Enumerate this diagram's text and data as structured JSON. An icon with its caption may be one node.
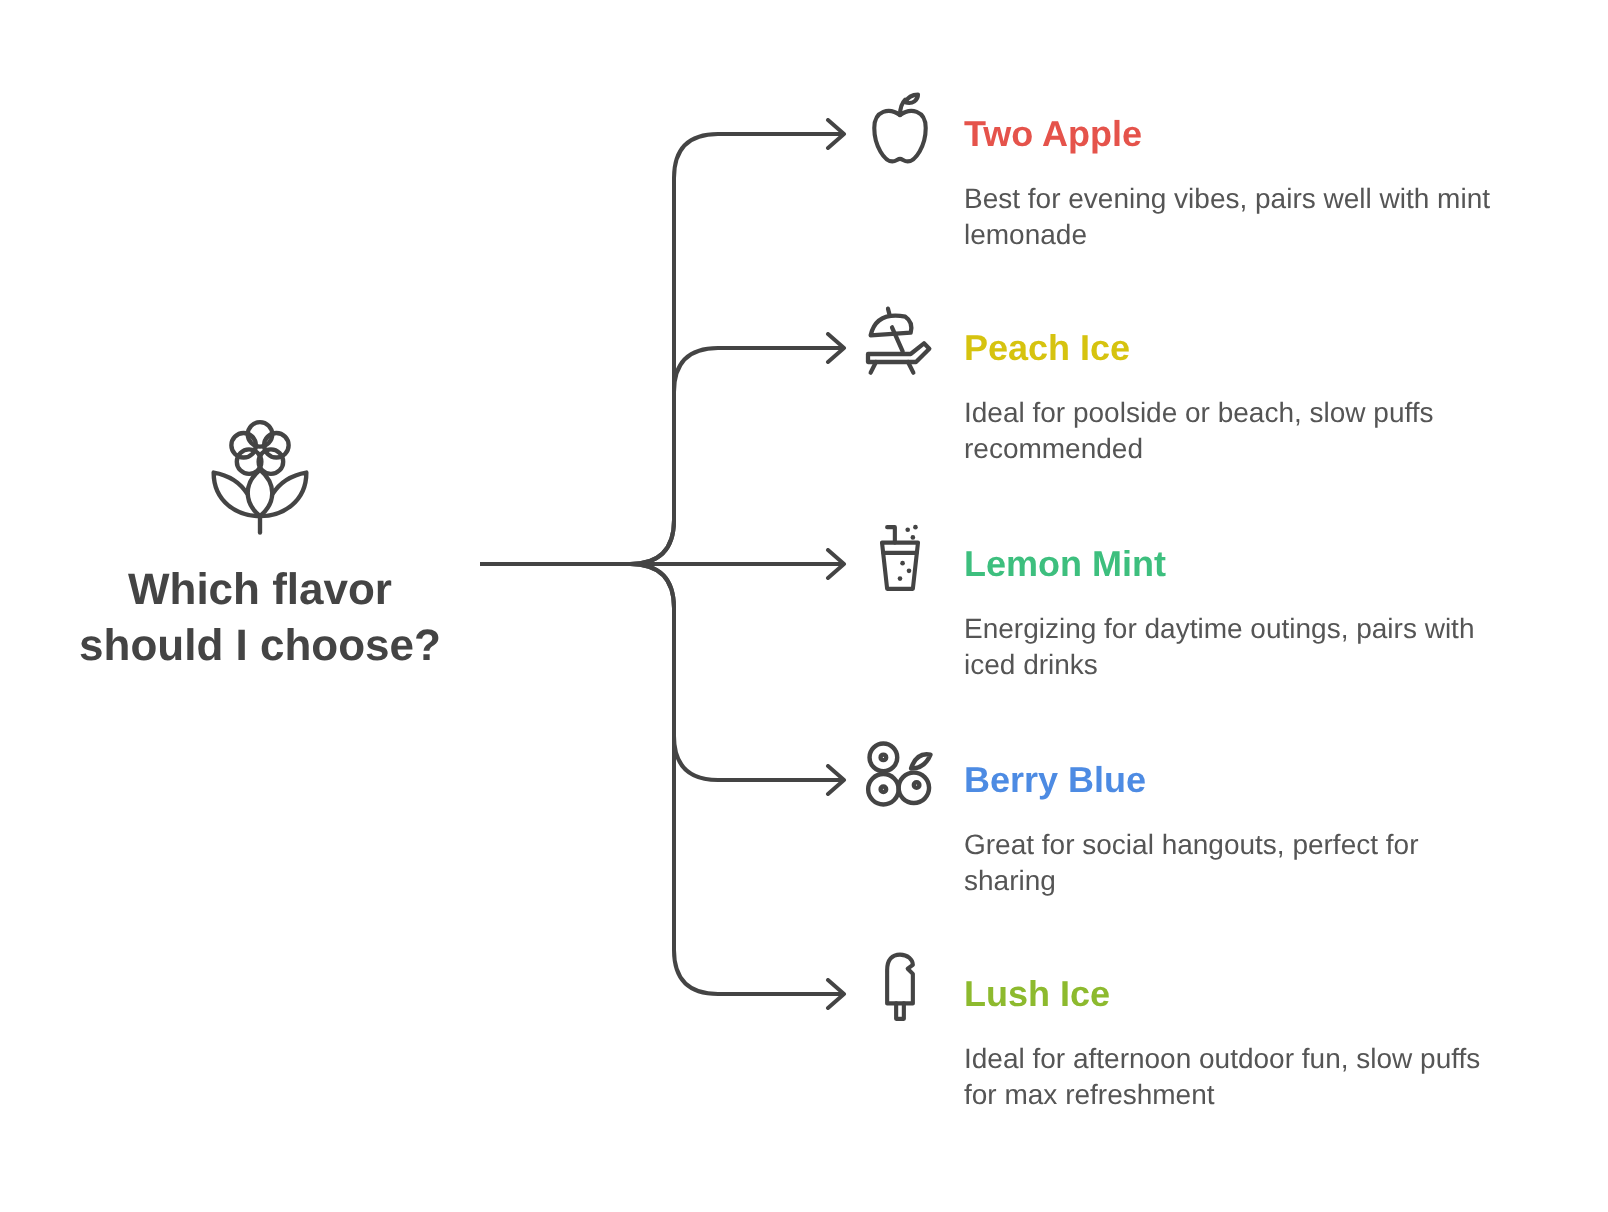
{
  "diagram": {
    "nodes": [
      {
        "text": [
          "Which flavor should I choose?"
        ]
      },
      {
        "text": [
          "Two Apple",
          "Best for evening vibes, pairs well with mint lemonade"
        ]
      },
      {
        "text": [
          "Peach Ice",
          "Ideal for poolside or beach, slow puffs recommended"
        ]
      },
      {
        "text": [
          "Lemon Mint",
          "Energizing for daytime outings, pairs with iced drinks"
        ]
      },
      {
        "text": [
          "Berry Blue",
          "Great for social hangouts, perfect for sharing"
        ]
      },
      {
        "text": [
          "Lush Ice",
          "Ideal for afternoon outdoor fun, slow puffs for max refreshment"
        ]
      }
    ],
    "edges": [
      {
        "from": 0,
        "to": 1,
        "arrow": "to"
      },
      {
        "from": 0,
        "to": 2,
        "arrow": "to"
      },
      {
        "from": 0,
        "to": 3,
        "arrow": "to"
      },
      {
        "from": 0,
        "to": 4,
        "arrow": "to"
      },
      {
        "from": 0,
        "to": 5,
        "arrow": "to"
      }
    ]
  }
}
